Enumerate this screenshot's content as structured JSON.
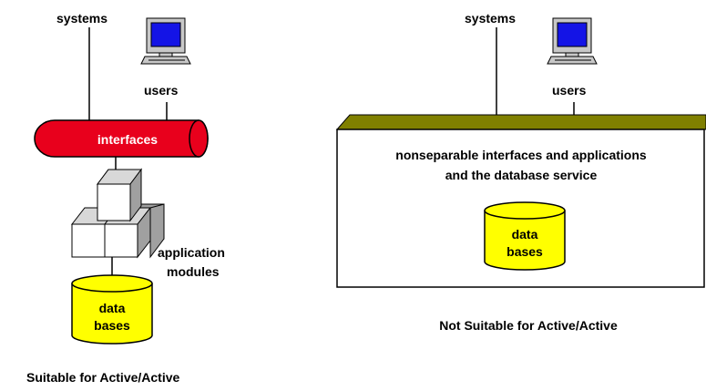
{
  "left": {
    "systems_label": "systems",
    "users_label": "users",
    "interfaces_label": "interfaces",
    "app_modules_line1": "application",
    "app_modules_line2": "modules",
    "db_line1": "data",
    "db_line2": "bases",
    "caption": "Suitable for Active/Active"
  },
  "right": {
    "systems_label": "systems",
    "users_label": "users",
    "box_line1": "nonseparable interfaces and applications",
    "box_line2": "and the database service",
    "db_line1": "data",
    "db_line2": "bases",
    "caption": "Not Suitable for Active/Active"
  },
  "colors": {
    "interfaces_fill": "#e8001c",
    "database_fill": "#ffff00",
    "bar_fill": "#808000",
    "monitor_screen": "#1414e6",
    "monitor_body": "#c8c8c8"
  },
  "icons": [
    "monitor-icon",
    "database-icon",
    "module-cube-icon"
  ]
}
